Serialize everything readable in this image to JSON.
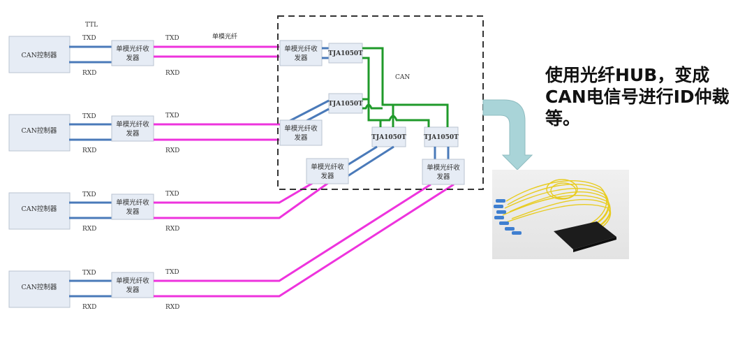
{
  "diagram": {
    "ttl_label": "TTL",
    "fiber_label": "单模光纤",
    "can_label": "CAN",
    "nodes": [
      {
        "controller": "CAN控制器",
        "transceiver": "单模光纤收发器",
        "txd": "TXD",
        "rxd": "RXD"
      },
      {
        "controller": "CAN控制器",
        "transceiver": "单模光纤收发器",
        "txd": "TXD",
        "rxd": "RXD"
      },
      {
        "controller": "CAN控制器",
        "transceiver": "单模光纤收发器",
        "txd": "TXD",
        "rxd": "RXD"
      },
      {
        "controller": "CAN控制器",
        "transceiver": "单模光纤收发器",
        "txd": "TXD",
        "rxd": "RXD"
      }
    ],
    "hub": {
      "transceiver_label": "单模光纤收发器",
      "chip_label": "TJA1050T"
    }
  },
  "callout": {
    "text": "使用光纤HUB，变成CAN电信号进行ID仲裁等。",
    "arrow_color": "#a9d4d8"
  },
  "photo": {
    "subject": "fiber-optic-splitter-hub"
  },
  "colors": {
    "ttl_line": "#4a7ab9",
    "fiber_line": "#ee33dd",
    "can_bus": "#1f9a2a",
    "box_fill": "#e6ecf5"
  }
}
